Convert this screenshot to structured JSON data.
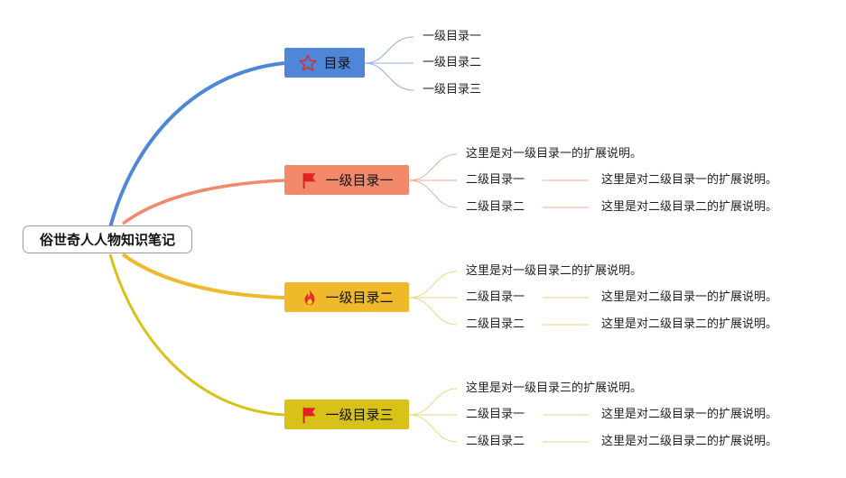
{
  "root": {
    "label": "俗世奇人人物知识笔记"
  },
  "toc": {
    "label": "目录",
    "icon": "star-icon",
    "color": "#4f86d8",
    "items": [
      "一级目录一",
      "一级目录二",
      "一级目录三"
    ]
  },
  "branches": [
    {
      "label": "一级目录一",
      "icon": "flag-icon",
      "color": "#f1896a",
      "description": "这里是对一级目录一的扩展说明。",
      "children": [
        {
          "label": "二级目录一",
          "note": "这里是对二级目录一的扩展说明。"
        },
        {
          "label": "二级目录二",
          "note": "这里是对二级目录二的扩展说明。"
        }
      ]
    },
    {
      "label": "一级目录二",
      "icon": "fire-icon",
      "color": "#f0b92c",
      "description": "这里是对一级目录二的扩展说明。",
      "children": [
        {
          "label": "二级目录一",
          "note": "这里是对二级目录一的扩展说明。"
        },
        {
          "label": "二级目录二",
          "note": "这里是对二级目录二的扩展说明。"
        }
      ]
    },
    {
      "label": "一级目录三",
      "icon": "flag-icon",
      "color": "#d8c21a",
      "description": "这里是对一级目录三的扩展说明。",
      "children": [
        {
          "label": "二级目录一",
          "note": "这里是对二级目录一的扩展说明。"
        },
        {
          "label": "二级目录二",
          "note": "这里是对二级目录二的扩展说明。"
        }
      ]
    }
  ]
}
